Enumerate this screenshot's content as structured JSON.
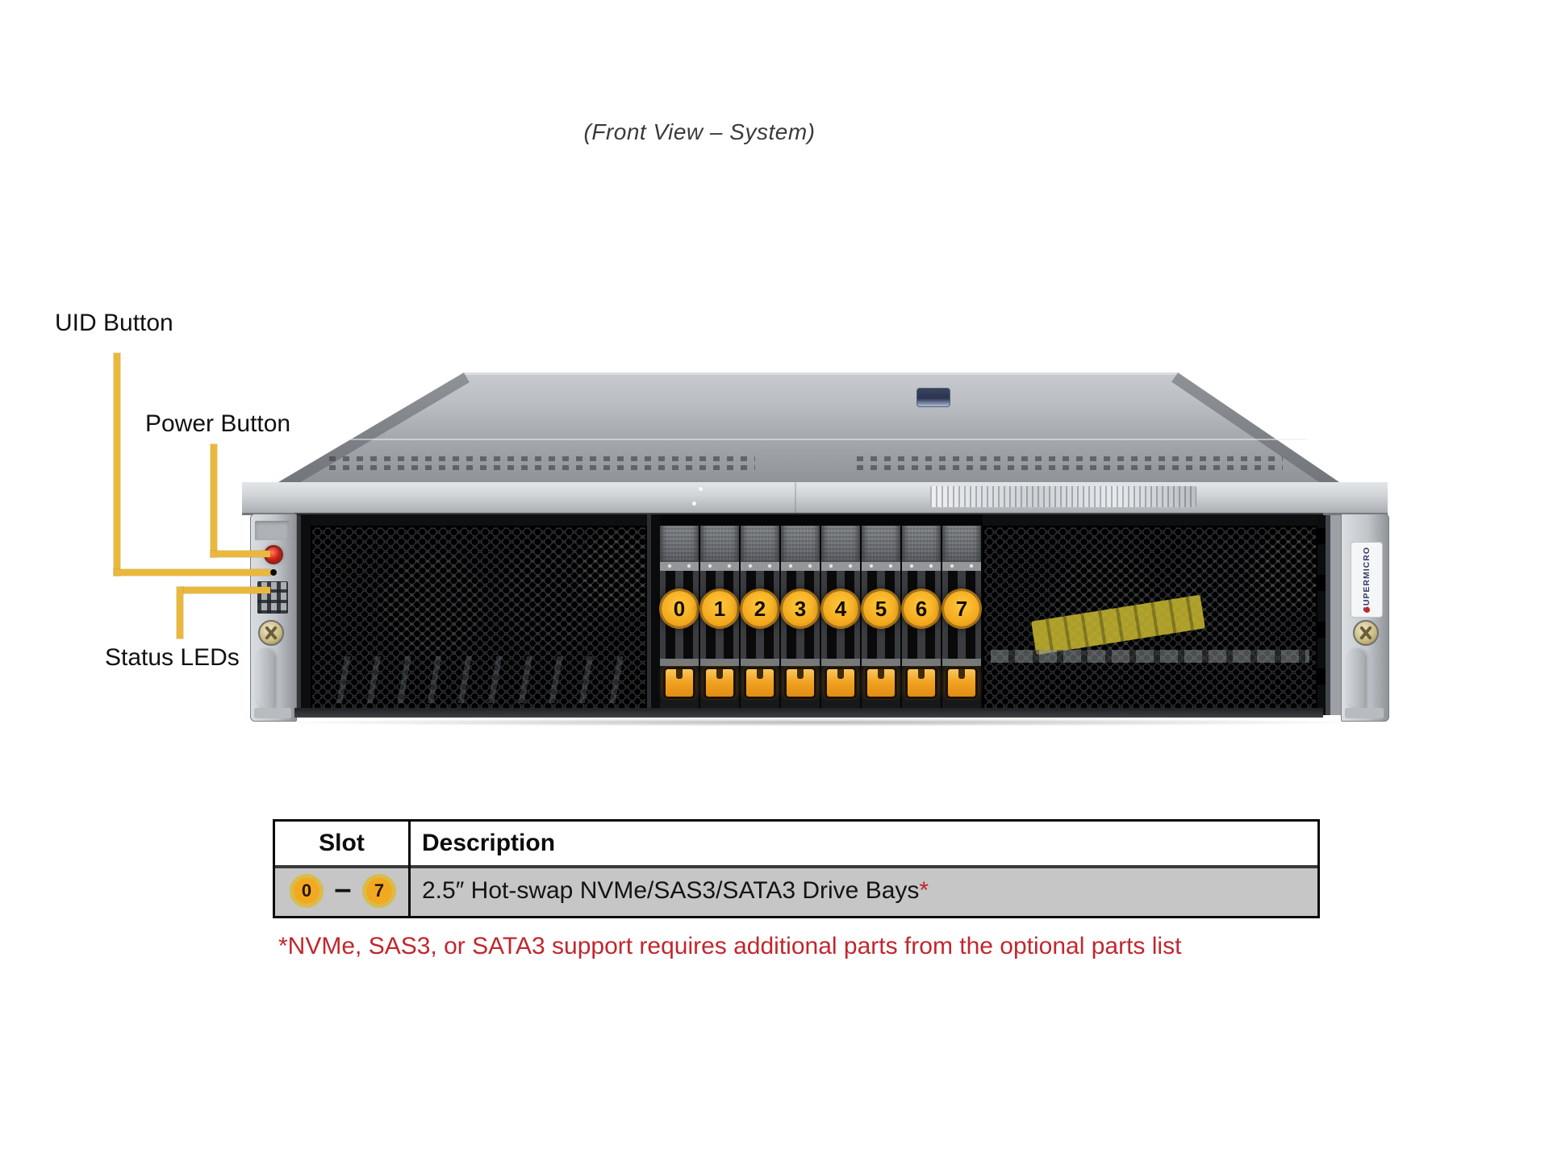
{
  "page": {
    "title": "(Front View – System)"
  },
  "callouts": {
    "uid": "UID Button",
    "power": "Power Button",
    "status": "Status LEDs"
  },
  "server": {
    "bay_numbers": [
      "0",
      "1",
      "2",
      "3",
      "4",
      "5",
      "6",
      "7"
    ],
    "brand_label": "SUPERMICRO"
  },
  "table": {
    "headers": [
      "Slot",
      "Description"
    ],
    "row": {
      "slot_from": "0",
      "slot_dash": "–",
      "slot_to": "7",
      "description": "2.5″ Hot-swap NVMe/SAS3/SATA3 Drive Bays",
      "description_asterisk": "*"
    }
  },
  "footnote": "*NVMe, SAS3, or SATA3 support requires additional parts from the optional parts list",
  "colors": {
    "callout_line": "#E9B83C",
    "footnote_red": "#C1272D",
    "bay_circle_yellow": "#F3A91F",
    "latch_orange": "#F09A1F"
  }
}
